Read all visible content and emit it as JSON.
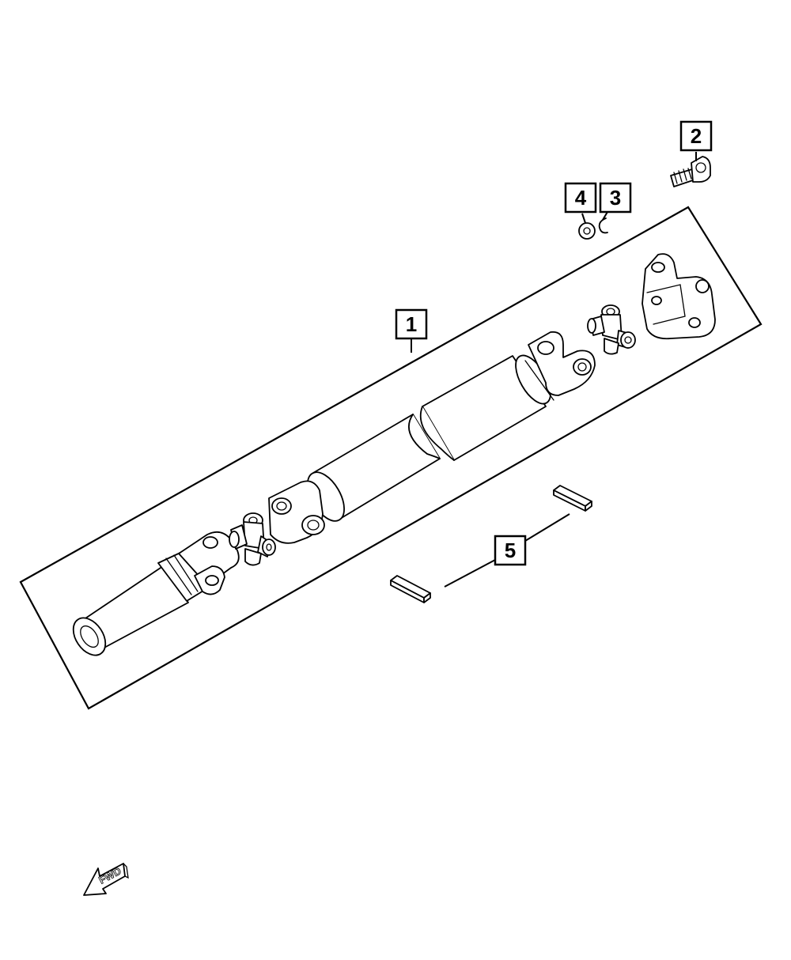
{
  "diagram": {
    "callouts": [
      {
        "id": "1",
        "label": "1"
      },
      {
        "id": "2",
        "label": "2"
      },
      {
        "id": "3",
        "label": "3"
      },
      {
        "id": "4",
        "label": "4"
      },
      {
        "id": "5",
        "label": "5"
      }
    ],
    "direction_arrow": {
      "label": "FWD",
      "icon": "fwd-arrow-icon"
    },
    "colors": {
      "line": "#000000",
      "background": "#ffffff"
    }
  }
}
